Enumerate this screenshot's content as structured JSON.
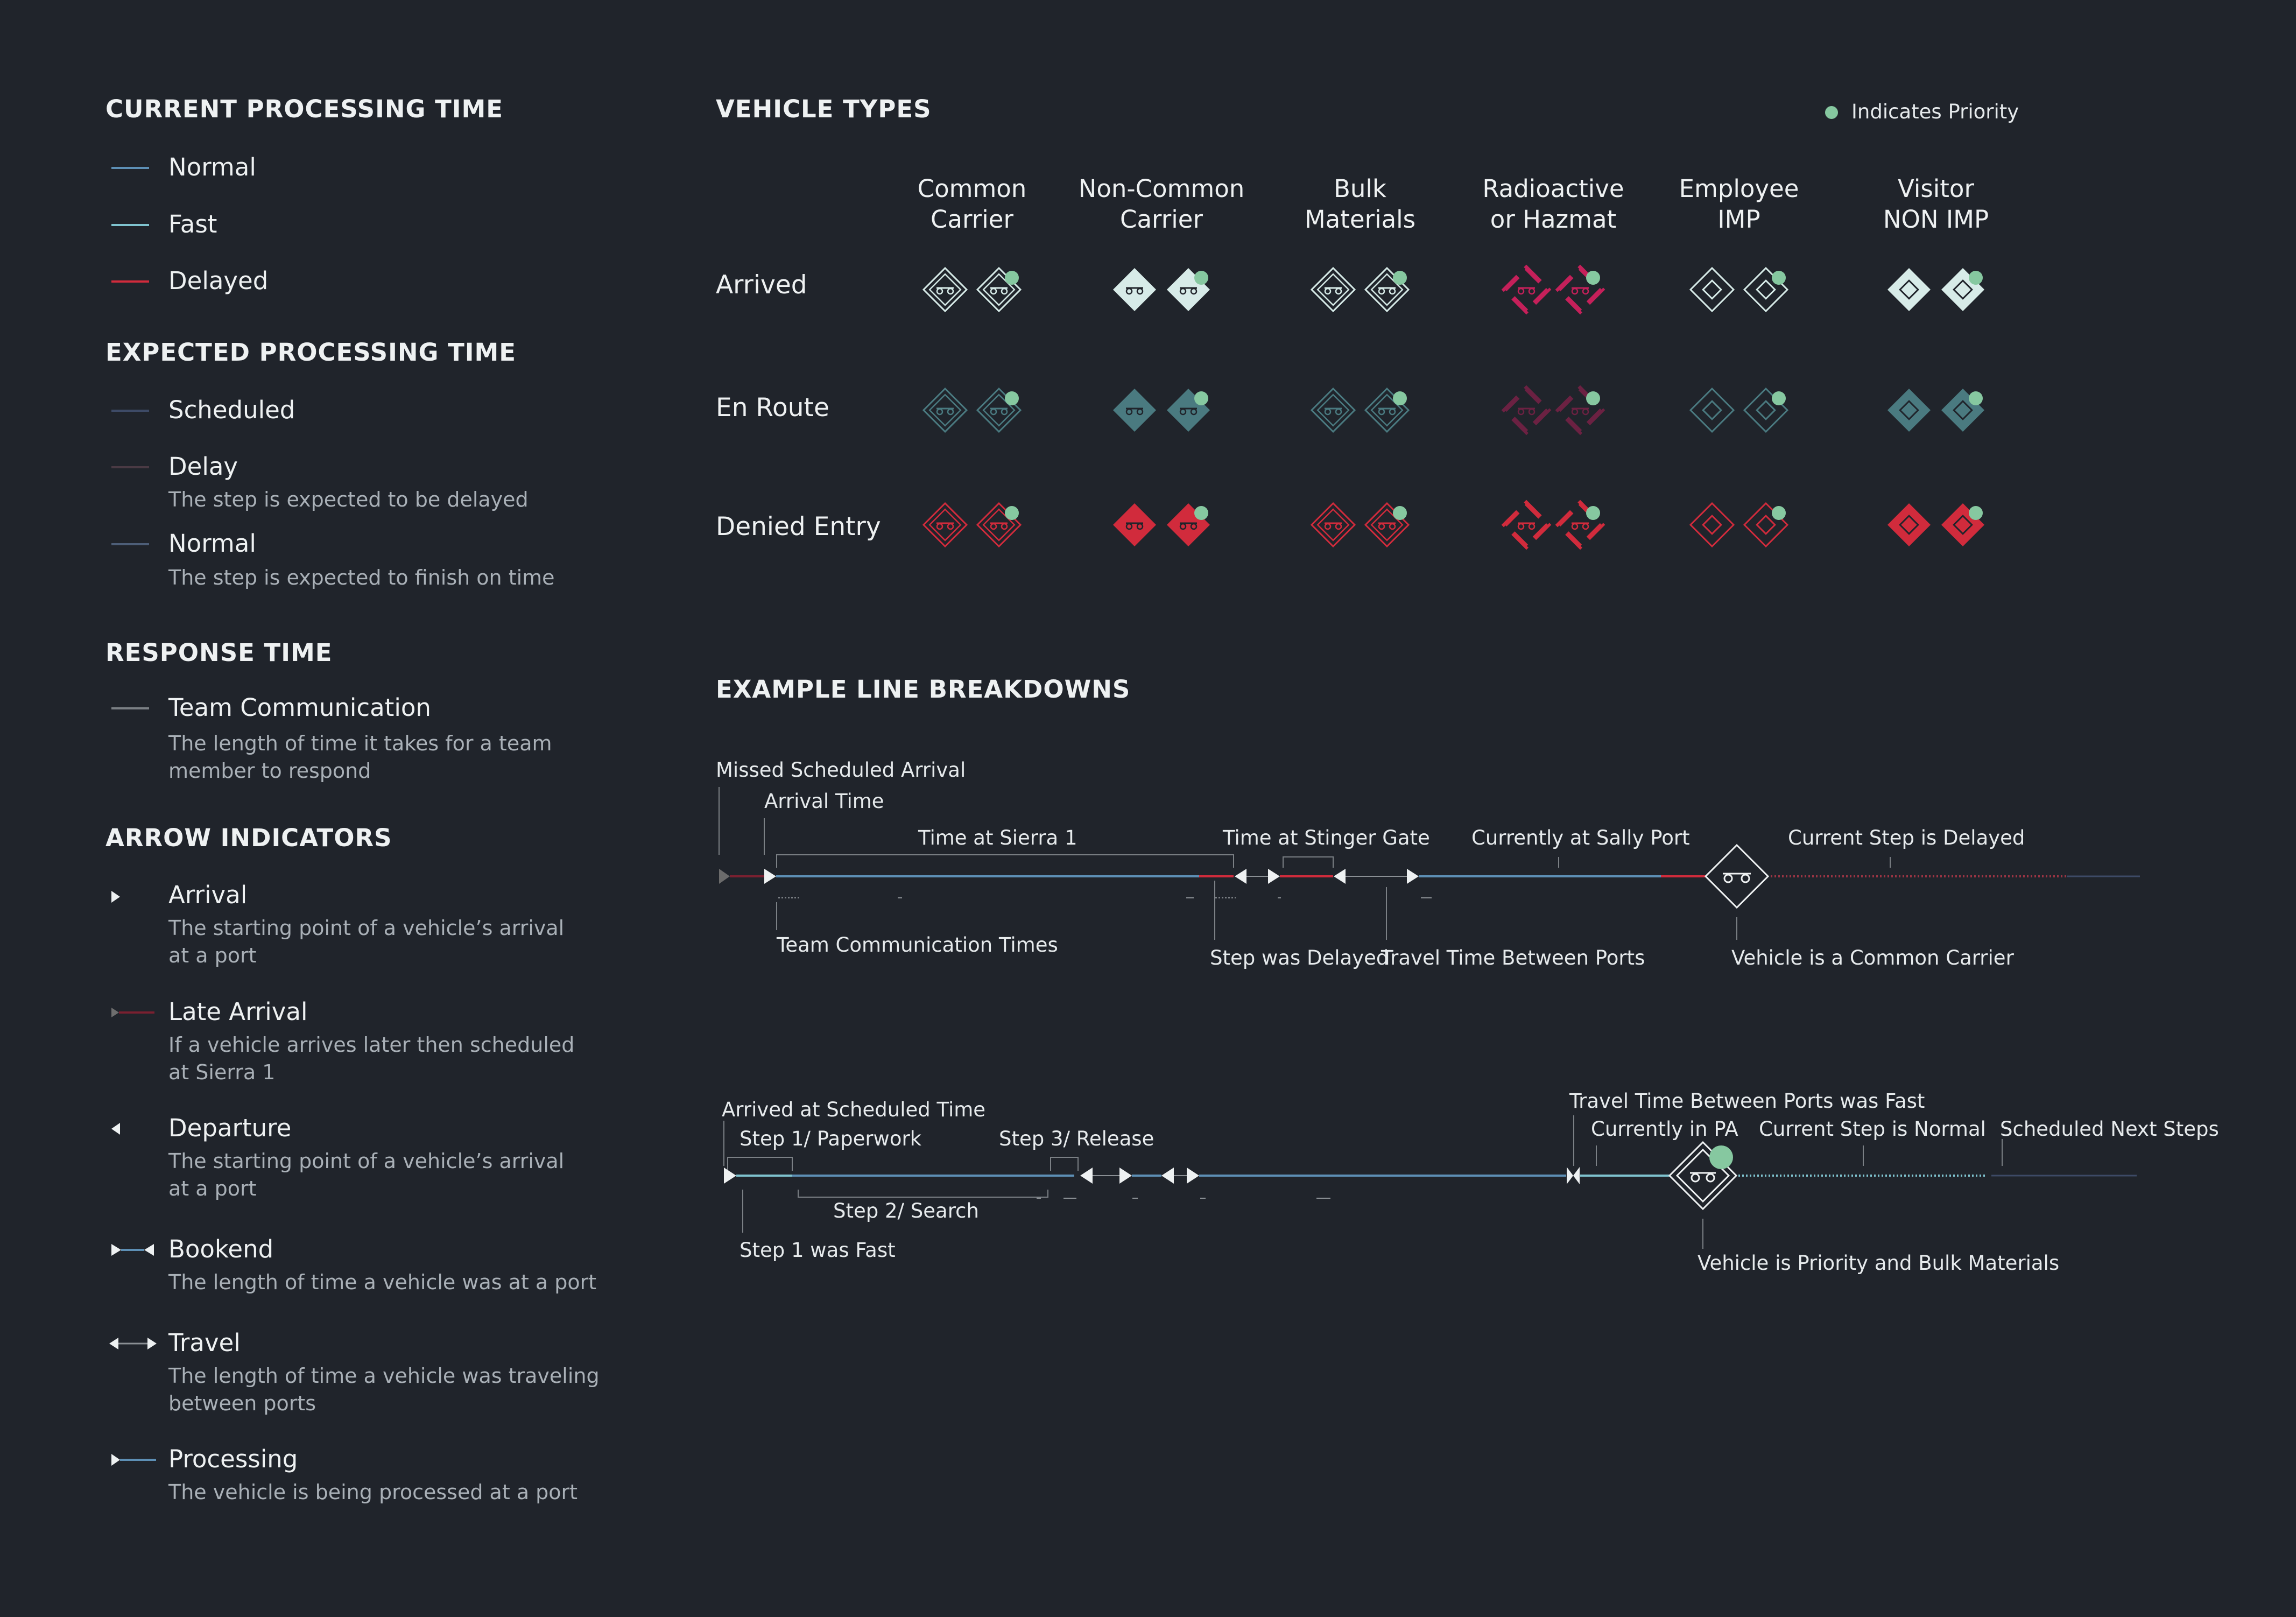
{
  "legend": {
    "current": {
      "title": "CURRENT PROCESSING TIME",
      "items": [
        {
          "label": "Normal",
          "color": "#5d8fb5"
        },
        {
          "label": "Fast",
          "color": "#7fc3cf"
        },
        {
          "label": "Delayed",
          "color": "#d12b3c"
        }
      ]
    },
    "expected": {
      "title": "EXPECTED PROCESSING TIME",
      "items": [
        {
          "label": "Scheduled",
          "desc": "",
          "color": "#3d4a66"
        },
        {
          "label": "Delay",
          "desc": "The step is expected to be delayed",
          "color": "#4a3a44"
        },
        {
          "label": "Normal",
          "desc": "The step is expected to finish on time",
          "color": "#4d5e78"
        }
      ]
    },
    "response": {
      "title": "RESPONSE TIME",
      "items": [
        {
          "label": "Team Communication",
          "desc1": "The length of time it takes for a team",
          "desc2": "member to respond",
          "color": "#7b8085"
        }
      ]
    },
    "arrows": {
      "title": "ARROW INDICATORS",
      "items": [
        {
          "label": "Arrival",
          "desc1": "The starting point of a vehicle’s arrival",
          "desc2": "at a port"
        },
        {
          "label": "Late Arrival",
          "desc1": "If a vehicle arrives later then scheduled",
          "desc2": "at Sierra 1"
        },
        {
          "label": "Departure",
          "desc1": "The starting point of a vehicle’s arrival",
          "desc2": "at a port"
        },
        {
          "label": "Bookend",
          "desc1": "The length of time a vehicle was at a port",
          "desc2": ""
        },
        {
          "label": "Travel",
          "desc1": "The length of time a vehicle was traveling",
          "desc2": "between ports"
        },
        {
          "label": "Processing",
          "desc1": "The vehicle is being processed at a port",
          "desc2": ""
        }
      ]
    }
  },
  "vehicles": {
    "title": "VEHICLE TYPES",
    "priority_note": "Indicates Priority",
    "priority_color": "#86c8a0",
    "columns": [
      {
        "line1": "Common",
        "line2": "Carrier",
        "style": "double-outline"
      },
      {
        "line1": "Non-Common",
        "line2": "Carrier",
        "style": "filled"
      },
      {
        "line1": "Bulk",
        "line2": "Materials",
        "style": "double-outline"
      },
      {
        "line1": "Radioactive",
        "line2": "or Hazmat",
        "style": "hazmat"
      },
      {
        "line1": "Employee",
        "line2": "IMP",
        "style": "outline-inner"
      },
      {
        "line1": "Visitor",
        "line2": "NON IMP",
        "style": "filled-inner"
      }
    ],
    "rows": [
      {
        "label": "Arrived",
        "color": "#d7ebe8"
      },
      {
        "label": "En Route",
        "color": "#4a7a80"
      },
      {
        "label": "Denied Entry",
        "color": "#d12b3c"
      }
    ],
    "hazmat_arrived_color": "#c5205a",
    "hazmat_enroute_color": "#6b2142"
  },
  "examples": {
    "title": "EXAMPLE LINE BREAKDOWNS",
    "line1": {
      "missed": "Missed Scheduled Arrival",
      "arrival_time": "Arrival Time",
      "sierra": "Time at Sierra 1",
      "stinger": "Time at Stinger Gate",
      "sally": "Currently at Sally Port",
      "current_delayed": "Current Step is Delayed",
      "team_comm": "Team Communication Times",
      "step_delayed": "Step was Delayed",
      "travel_between": "Travel Time Between Ports",
      "common_carrier": "Vehicle is a Common Carrier"
    },
    "line2": {
      "arrived_sched": "Arrived at Scheduled Time",
      "step1": "Step 1/ Paperwork",
      "step3": "Step 3/ Release",
      "step2": "Step 2/ Search",
      "step1_fast": "Step 1 was Fast",
      "travel_fast": "Travel Time Between Ports was Fast",
      "currently_pa": "Currently in PA",
      "current_normal": "Current Step is Normal",
      "scheduled_next": "Scheduled Next Steps",
      "priority_bulk": "Vehicle is Priority and Bulk Materials"
    }
  }
}
